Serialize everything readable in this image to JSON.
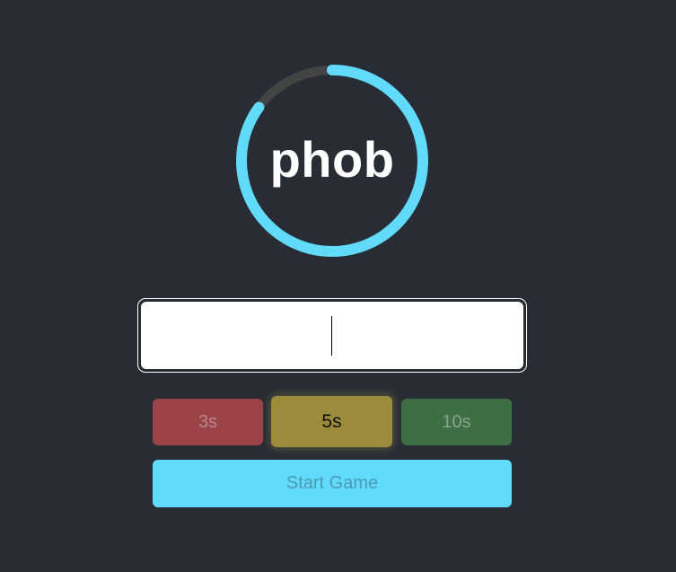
{
  "game": {
    "word": "phob",
    "time_remaining_fraction": 0.85
  },
  "answer": {
    "value": "",
    "placeholder": ""
  },
  "durations": [
    {
      "label": "3s",
      "selected": false
    },
    {
      "label": "5s",
      "selected": true
    },
    {
      "label": "10s",
      "selected": false
    }
  ],
  "start": {
    "label": "Start Game"
  },
  "colors": {
    "background": "#282c34",
    "ring_progress": "#61dafb",
    "ring_track": "#444444",
    "duration_3": "#9b4348",
    "duration_5": "#9a8c3b",
    "duration_10": "#3e6e44",
    "start_button": "#61dafb"
  }
}
